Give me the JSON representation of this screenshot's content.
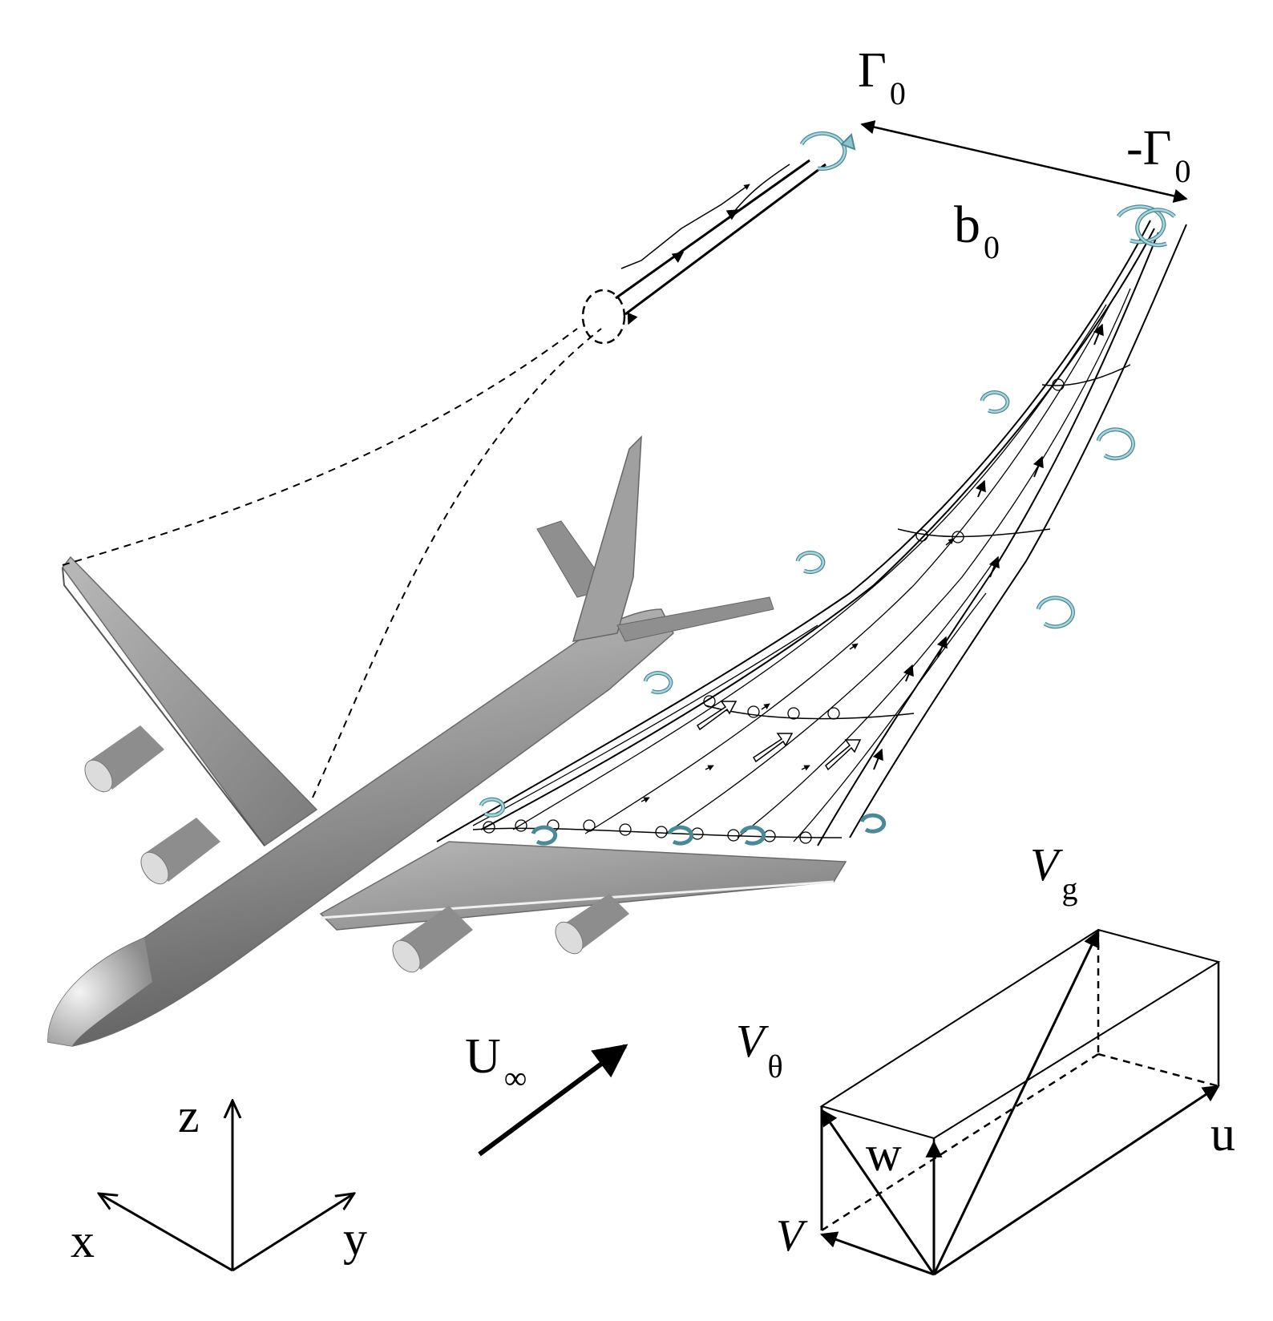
{
  "labels": {
    "gamma_left": {
      "main": "Γ",
      "sub": "0"
    },
    "gamma_right": {
      "main": "-Γ",
      "sub": "0"
    },
    "spacing": {
      "main": "b",
      "sub": "0"
    },
    "freestream": {
      "main": "U",
      "sub": "∞"
    },
    "axes": {
      "x": "x",
      "y": "y",
      "z": "z"
    },
    "box": {
      "vg": {
        "main": "V",
        "sub": "g"
      },
      "vtheta": {
        "main": "V",
        "sub": "θ"
      },
      "u": "u",
      "w": "w",
      "v": "V"
    }
  },
  "colors": {
    "rotation_arrows": "#8fc3cc",
    "aircraft_body": "#9a9a9a",
    "lines": "#000000"
  }
}
